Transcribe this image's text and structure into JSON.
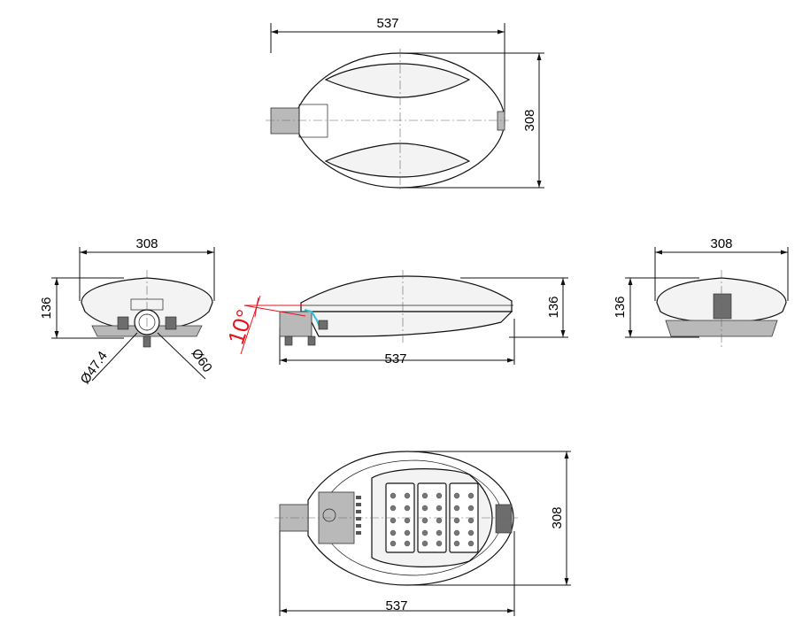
{
  "dimensions": {
    "top_view_length": "537",
    "top_view_width": "308",
    "left_view_width": "308",
    "left_view_height": "136",
    "left_view_spigot_diameter": "Ø47.4",
    "left_view_outer_diameter": "Ø60",
    "side_view_length": "537",
    "side_view_height": "136",
    "tilt_angle": "10°",
    "right_view_width": "308",
    "right_view_height": "136",
    "bottom_view_length": "537",
    "bottom_view_width": "308"
  },
  "colors": {
    "dimension_line": "#111111",
    "angle_annotation": "#e8121d",
    "cable": "#2cc6d6"
  }
}
